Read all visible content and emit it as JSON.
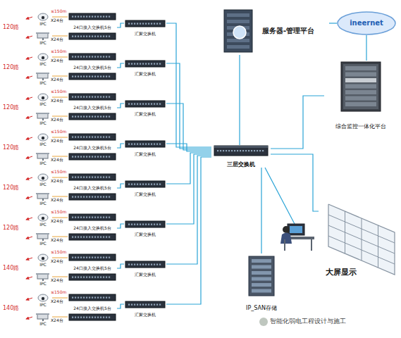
{
  "diagram": {
    "nodes": [
      {
        "text": [
          "服务器-管理平台"
        ]
      },
      {
        "text": [
          "ineernet"
        ]
      },
      {
        "text": [
          "综合监控一体化平台"
        ]
      },
      {
        "text": [
          "IPC"
        ]
      },
      {
        "text": [
          "IPC"
        ]
      },
      {
        "text": [
          "24口接入交换机5台"
        ]
      },
      {
        "text": [
          "汇聚交换机"
        ]
      },
      {
        "text": [
          "IPC"
        ]
      },
      {
        "text": [
          "IPC"
        ]
      },
      {
        "text": [
          "24口接入交换机5台"
        ]
      },
      {
        "text": [
          "汇聚交换机"
        ]
      },
      {
        "text": [
          "IPC"
        ]
      },
      {
        "text": [
          "IPC"
        ]
      },
      {
        "text": [
          "24口接入交换机5台"
        ]
      },
      {
        "text": [
          "汇聚交换机"
        ]
      },
      {
        "text": [
          "IPC"
        ]
      },
      {
        "text": [
          "IPC"
        ]
      },
      {
        "text": [
          "24口接入交换机5台"
        ]
      },
      {
        "text": [
          "汇聚交换机"
        ]
      },
      {
        "text": [
          "IPC"
        ]
      },
      {
        "text": [
          "IPC"
        ]
      },
      {
        "text": [
          "24口接入交换机5台"
        ]
      },
      {
        "text": [
          "汇聚交换机"
        ]
      },
      {
        "text": [
          "IPC"
        ]
      },
      {
        "text": [
          "IPC"
        ]
      },
      {
        "text": [
          "24口接入交换机5台"
        ]
      },
      {
        "text": [
          "汇聚交换机"
        ]
      },
      {
        "text": [
          "IPC"
        ]
      },
      {
        "text": [
          "IPC"
        ]
      },
      {
        "text": [
          "24口接入交换机5台"
        ]
      },
      {
        "text": [
          "汇聚交换机"
        ]
      },
      {
        "text": [
          "IPC"
        ]
      },
      {
        "text": [
          "IPC"
        ]
      },
      {
        "text": [
          "24口接入交换机5台"
        ]
      },
      {
        "text": [
          "汇聚交换机"
        ]
      },
      {
        "text": [
          "三层交换机"
        ]
      },
      {
        "text": [
          "IP_SAN存储"
        ]
      },
      {
        "text": [
          "大屏显示"
        ]
      }
    ],
    "edges": [
      {
        "from": 3,
        "to": 5,
        "arrow": "none"
      },
      {
        "from": 4,
        "to": 5,
        "arrow": "none"
      },
      {
        "from": 5,
        "to": 6,
        "arrow": "none"
      },
      {
        "from": 6,
        "to": 35,
        "arrow": "none"
      },
      {
        "from": 7,
        "to": 9,
        "arrow": "none"
      },
      {
        "from": 8,
        "to": 9,
        "arrow": "none"
      },
      {
        "from": 9,
        "to": 10,
        "arrow": "none"
      },
      {
        "from": 10,
        "to": 35,
        "arrow": "none"
      },
      {
        "from": 11,
        "to": 13,
        "arrow": "none"
      },
      {
        "from": 12,
        "to": 13,
        "arrow": "none"
      },
      {
        "from": 13,
        "to": 14,
        "arrow": "none"
      },
      {
        "from": 14,
        "to": 35,
        "arrow": "none"
      },
      {
        "from": 15,
        "to": 17,
        "arrow": "none"
      },
      {
        "from": 16,
        "to": 17,
        "arrow": "none"
      },
      {
        "from": 17,
        "to": 18,
        "arrow": "none"
      },
      {
        "from": 18,
        "to": 35,
        "arrow": "none"
      },
      {
        "from": 19,
        "to": 21,
        "arrow": "none"
      },
      {
        "from": 20,
        "to": 21,
        "arrow": "none"
      },
      {
        "from": 21,
        "to": 22,
        "arrow": "none"
      },
      {
        "from": 22,
        "to": 35,
        "arrow": "none"
      },
      {
        "from": 23,
        "to": 25,
        "arrow": "none"
      },
      {
        "from": 24,
        "to": 25,
        "arrow": "none"
      },
      {
        "from": 25,
        "to": 26,
        "arrow": "none"
      },
      {
        "from": 26,
        "to": 35,
        "arrow": "none"
      },
      {
        "from": 27,
        "to": 29,
        "arrow": "none"
      },
      {
        "from": 28,
        "to": 29,
        "arrow": "none"
      },
      {
        "from": 29,
        "to": 30,
        "arrow": "none"
      },
      {
        "from": 30,
        "to": 35,
        "arrow": "none"
      },
      {
        "from": 31,
        "to": 33,
        "arrow": "none"
      },
      {
        "from": 32,
        "to": 33,
        "arrow": "none"
      },
      {
        "from": 33,
        "to": 34,
        "arrow": "none"
      },
      {
        "from": 34,
        "to": 35,
        "arrow": "none"
      },
      {
        "from": 35,
        "to": 0,
        "arrow": "none"
      },
      {
        "from": 0,
        "to": 1,
        "arrow": "none"
      },
      {
        "from": 1,
        "to": 2,
        "arrow": "none"
      },
      {
        "from": 35,
        "to": 2,
        "arrow": "none"
      },
      {
        "from": 35,
        "to": 36,
        "arrow": "none"
      },
      {
        "from": 35,
        "to": 37,
        "arrow": "none"
      }
    ],
    "labels": [
      "≤150m",
      "120路",
      "X24台",
      "X24台",
      "≤150m",
      "120路",
      "X24台",
      "X24台",
      "≤150m",
      "120路",
      "X24台",
      "X24台",
      "≤150m",
      "120路",
      "X24台",
      "X24台",
      "≤150m",
      "120路",
      "X24台",
      "X24台",
      "≤150m",
      "120路",
      "X24台",
      "X24台",
      "≤150m",
      "140路",
      "X24台",
      "X24台",
      "≤150m",
      "140路",
      "X24台",
      "X24台",
      "智能化弱电工程设计与施工"
    ]
  }
}
